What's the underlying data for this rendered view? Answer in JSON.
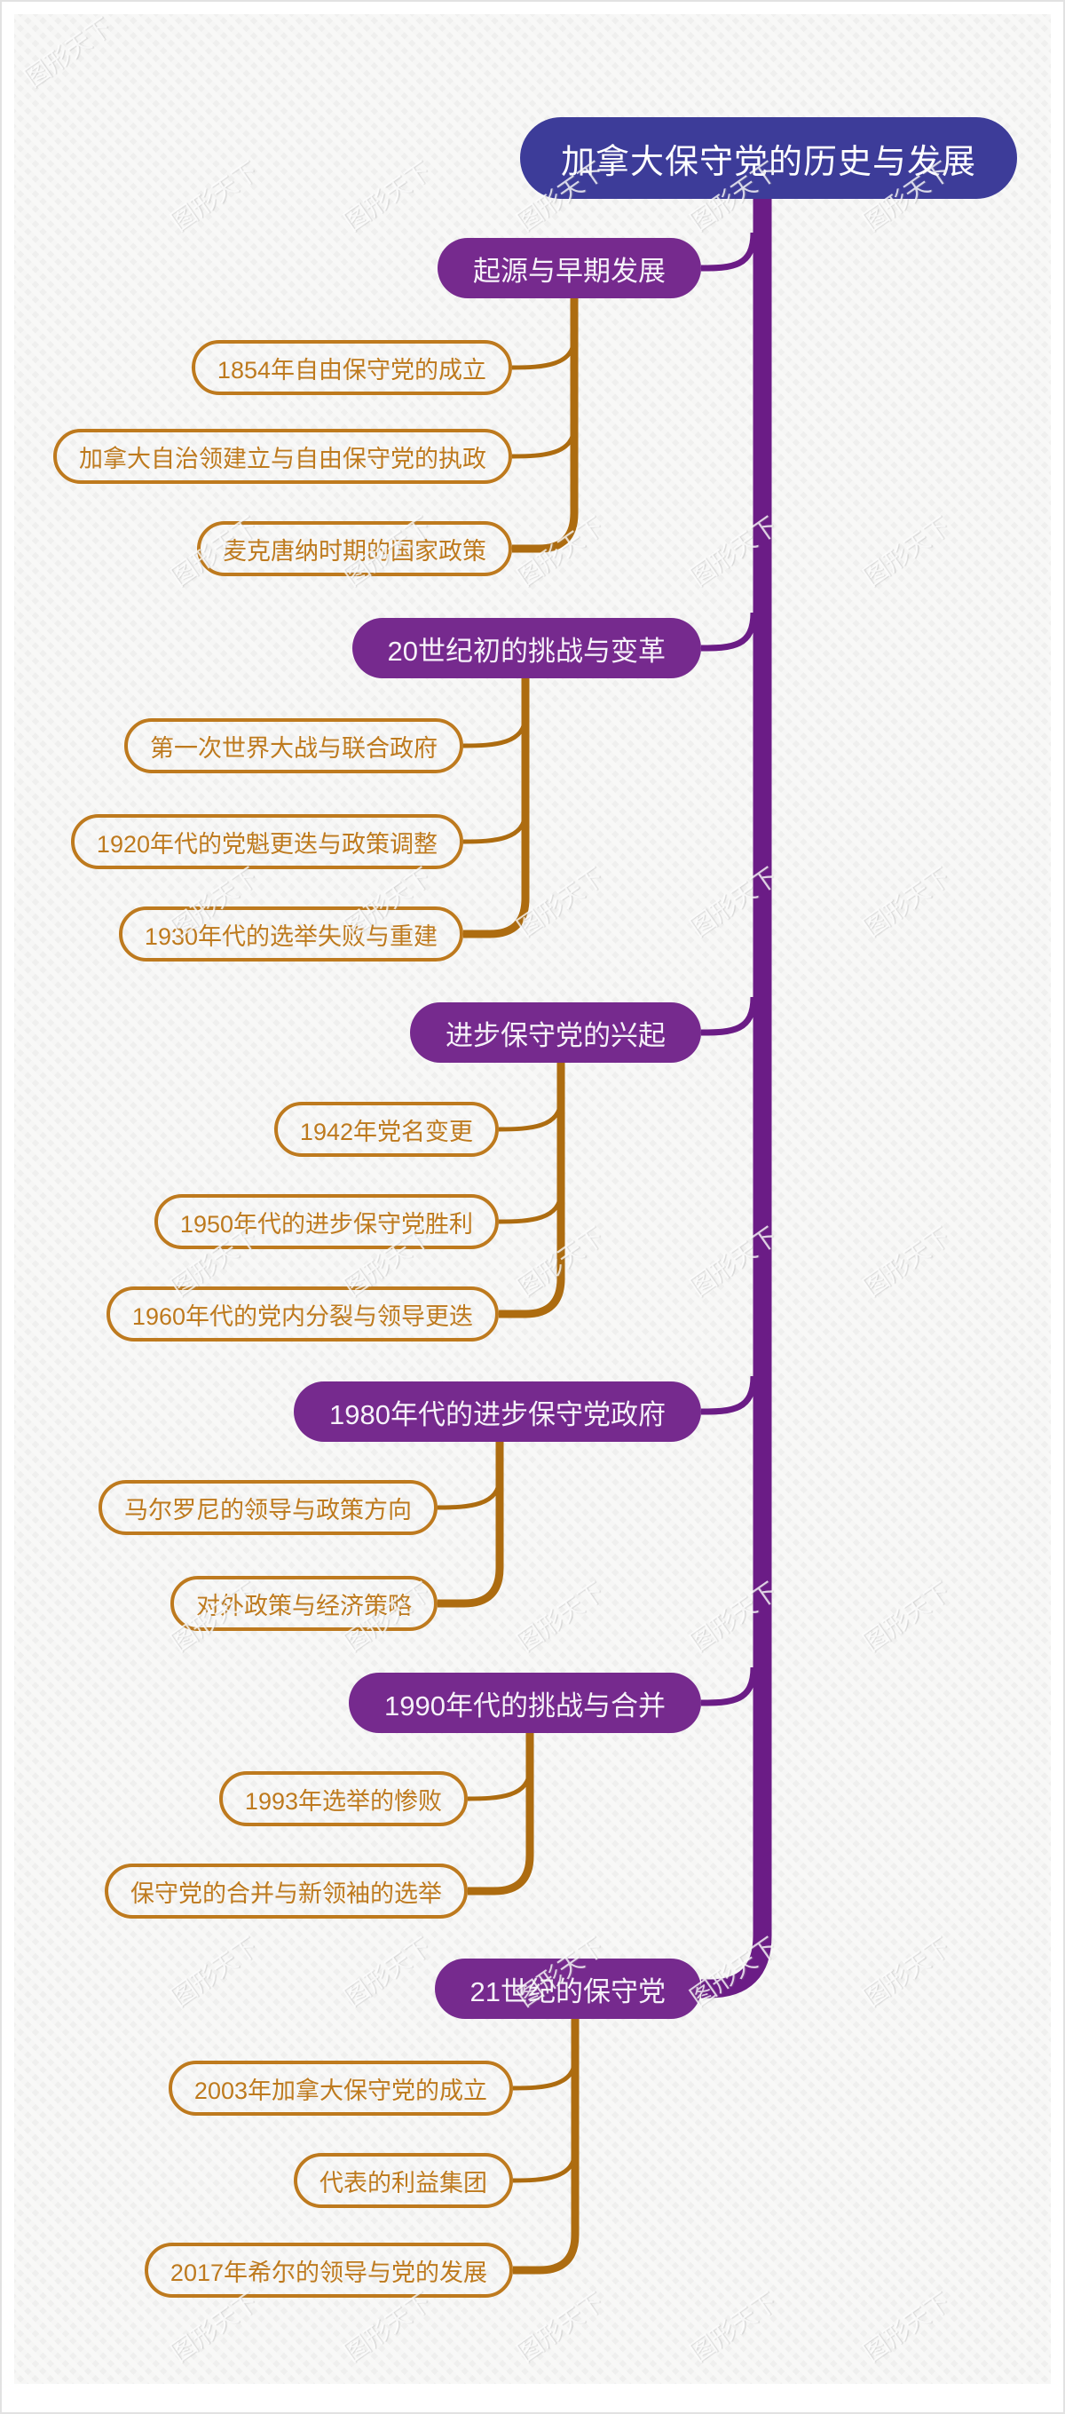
{
  "title": "加拿大保守党的历史与发展",
  "watermark": {
    "text": "图形天下"
  },
  "colors": {
    "root_fill": "#3d3c99",
    "branch_fill": "#762a8e",
    "spine_purple": "#6b1c86",
    "orange_border_text": "#be7a1e",
    "orange_line": "#ad6c10",
    "background": "#efefee"
  },
  "branches": [
    {
      "label": "起源与早期发展",
      "children": [
        "1854年自由保守党的成立",
        "加拿大自治领建立与自由保守党的执政",
        "麦克唐纳时期的国家政策"
      ]
    },
    {
      "label": "20世纪初的挑战与变革",
      "children": [
        "第一次世界大战与联合政府",
        "1920年代的党魁更迭与政策调整",
        "1930年代的选举失败与重建"
      ]
    },
    {
      "label": "进步保守党的兴起",
      "children": [
        "1942年党名变更",
        "1950年代的进步保守党胜利",
        "1960年代的党内分裂与领导更迭"
      ]
    },
    {
      "label": "1980年代的进步保守党政府",
      "children": [
        "马尔罗尼的领导与政策方向",
        "对外政策与经济策略"
      ]
    },
    {
      "label": "1990年代的挑战与合并",
      "children": [
        "1993年选举的惨败",
        "保守党的合并与新领袖的选举"
      ]
    },
    {
      "label": "21世纪的保守党",
      "children": [
        "2003年加拿大保守党的成立",
        "代表的利益集团",
        "2017年希尔的领导与党的发展"
      ]
    }
  ]
}
